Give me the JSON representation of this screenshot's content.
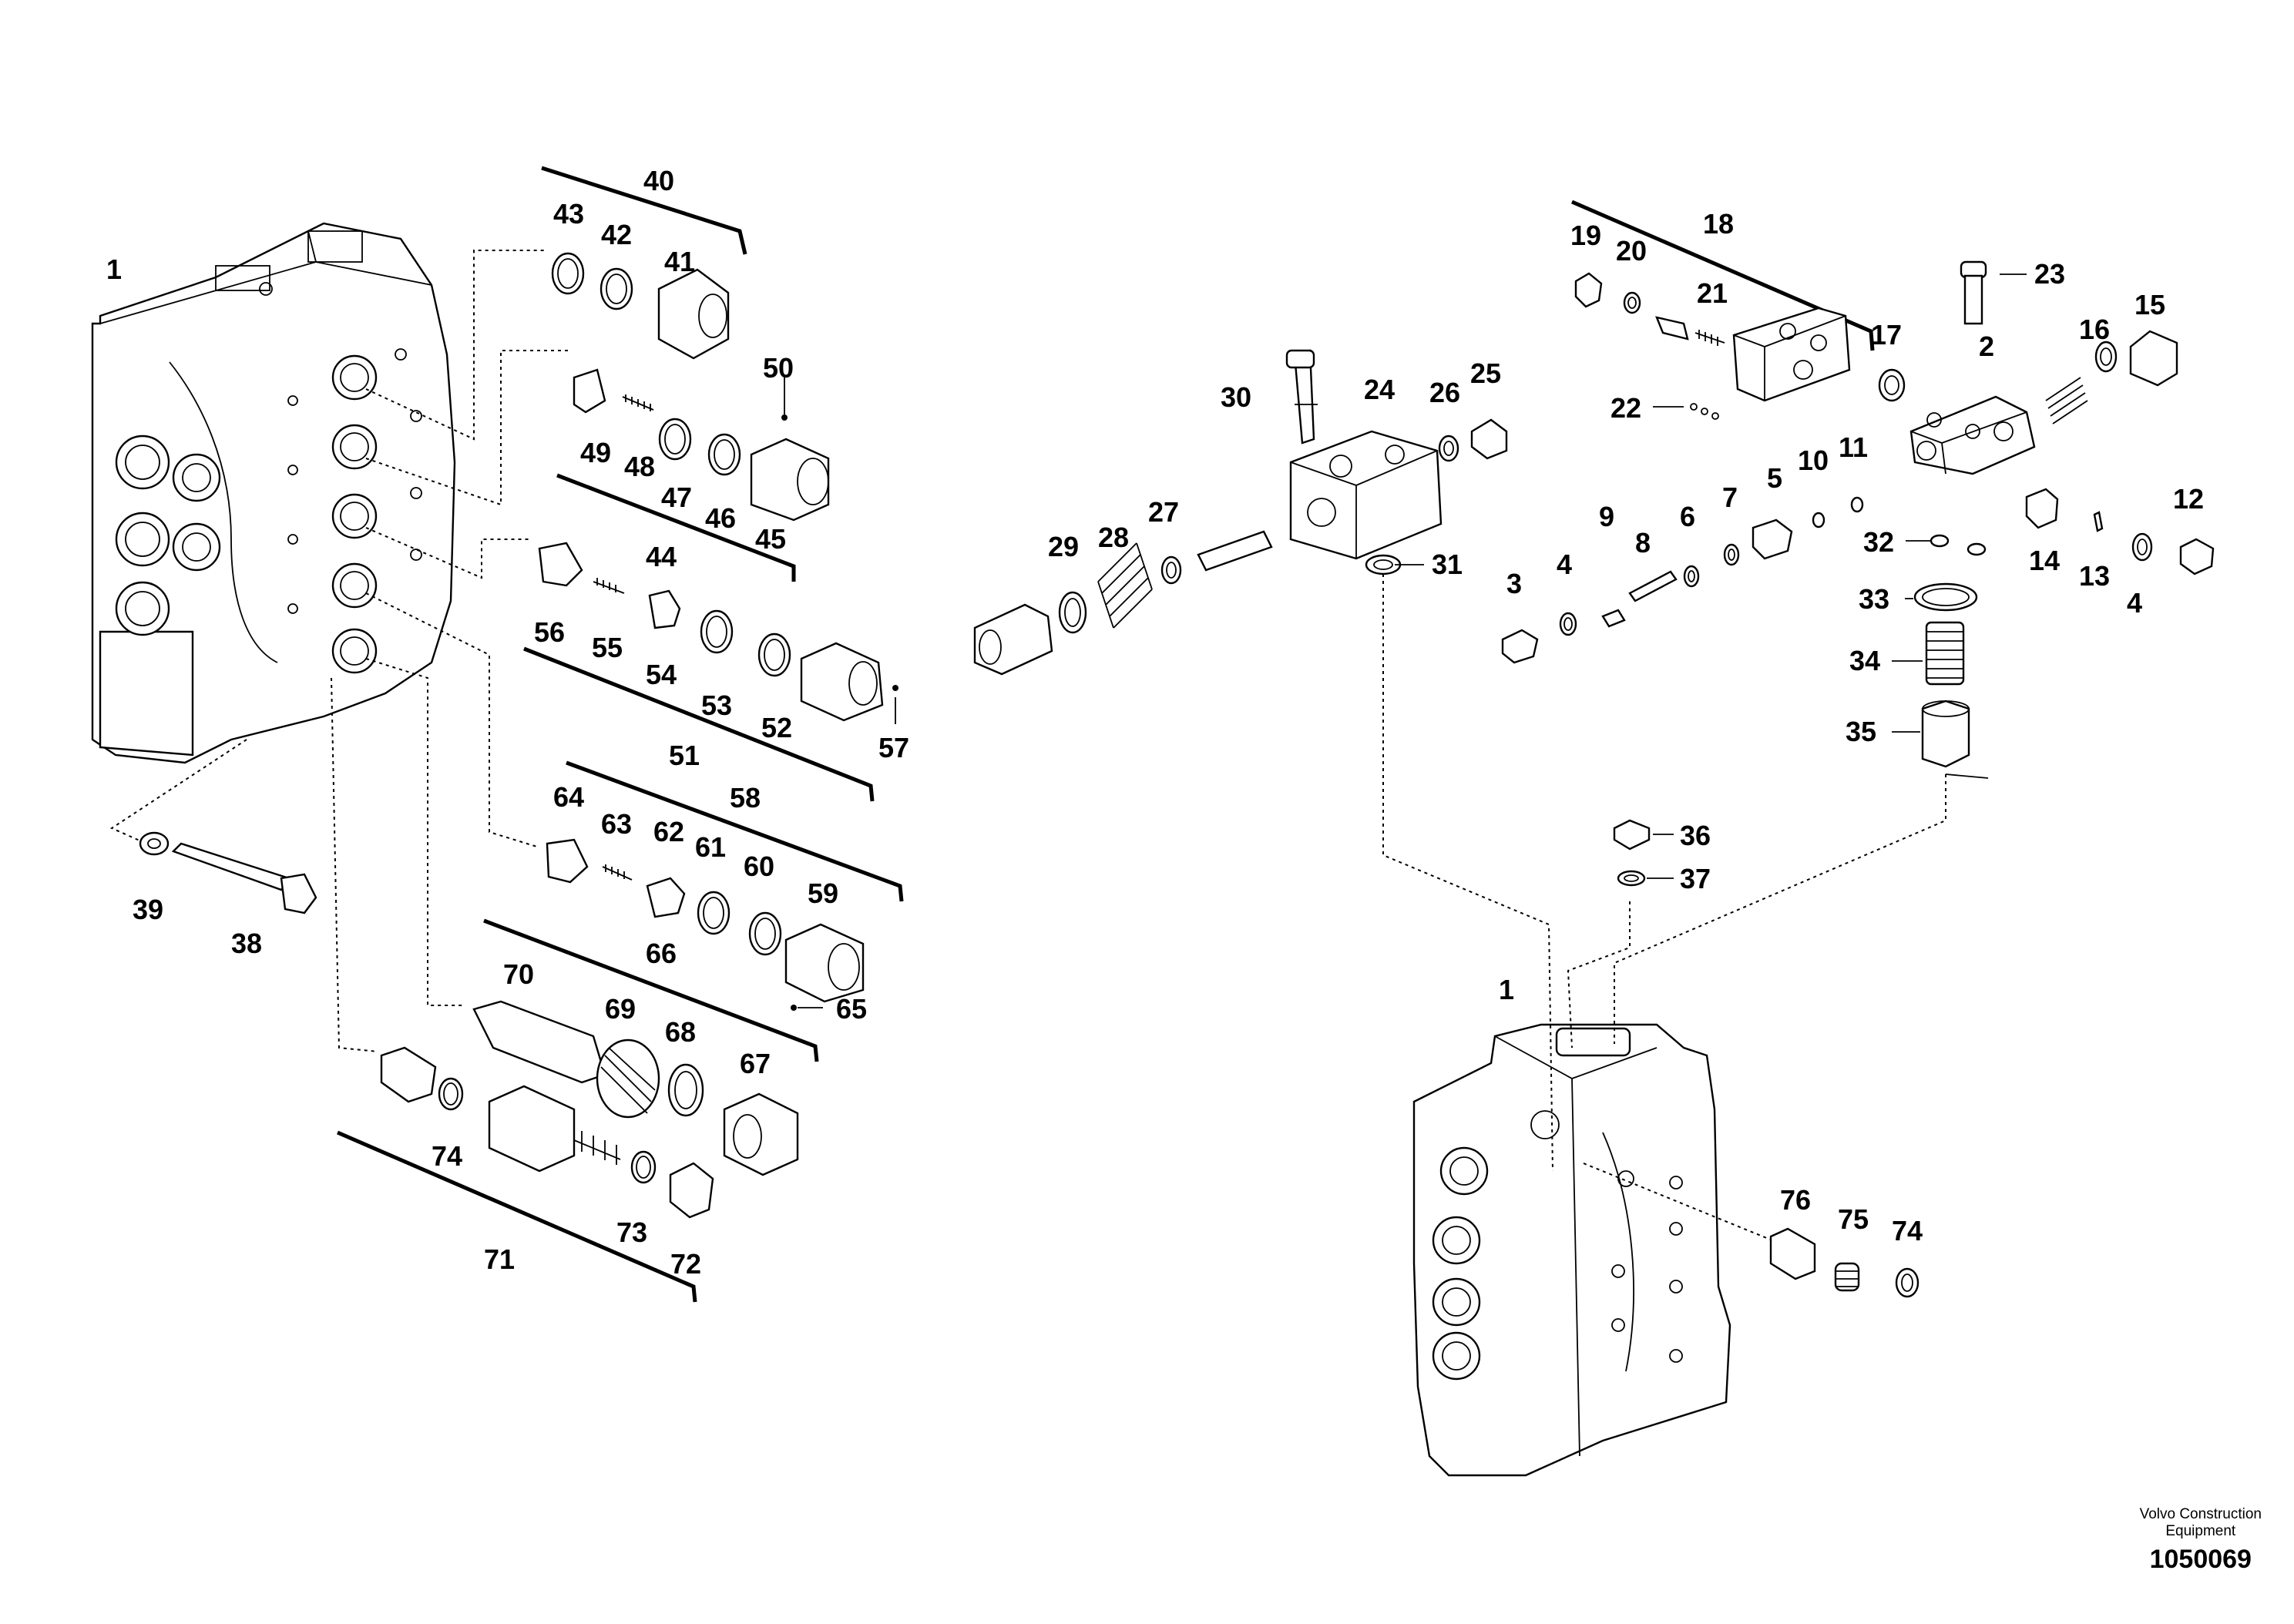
{
  "callouts": {
    "n1": "1",
    "n2": "2",
    "n3": "3",
    "n4": "4",
    "n5": "5",
    "n6": "6",
    "n7": "7",
    "n8": "8",
    "n9": "9",
    "n10": "10",
    "n11": "11",
    "n12": "12",
    "n13": "13",
    "n14": "14",
    "n15": "15",
    "n16": "16",
    "n17": "17",
    "n18": "18",
    "n19": "19",
    "n20": "20",
    "n21": "21",
    "n22": "22",
    "n23": "23",
    "n24": "24",
    "n25": "25",
    "n26": "26",
    "n27": "27",
    "n28": "28",
    "n29": "29",
    "n30": "30",
    "n31": "31",
    "n32": "32",
    "n33": "33",
    "n34": "34",
    "n35": "35",
    "n36": "36",
    "n37": "37",
    "n38": "38",
    "n39": "39",
    "n40": "40",
    "n41": "41",
    "n42": "42",
    "n43": "43",
    "n44": "44",
    "n45": "45",
    "n46": "46",
    "n47": "47",
    "n48": "48",
    "n49": "49",
    "n50": "50",
    "n51": "51",
    "n52": "52",
    "n53": "53",
    "n54": "54",
    "n55": "55",
    "n56": "56",
    "n57": "57",
    "n58": "58",
    "n59": "59",
    "n60": "60",
    "n61": "61",
    "n62": "62",
    "n63": "63",
    "n64": "64",
    "n65": "65",
    "n66": "66",
    "n67": "67",
    "n68": "68",
    "n69": "69",
    "n70": "70",
    "n71": "71",
    "n72": "72",
    "n73": "73",
    "n74": "74",
    "n75": "75",
    "n76": "76"
  },
  "caption": {
    "company_line1": "Volvo Construction",
    "company_line2": "Equipment",
    "drawing_number": "1050069"
  }
}
